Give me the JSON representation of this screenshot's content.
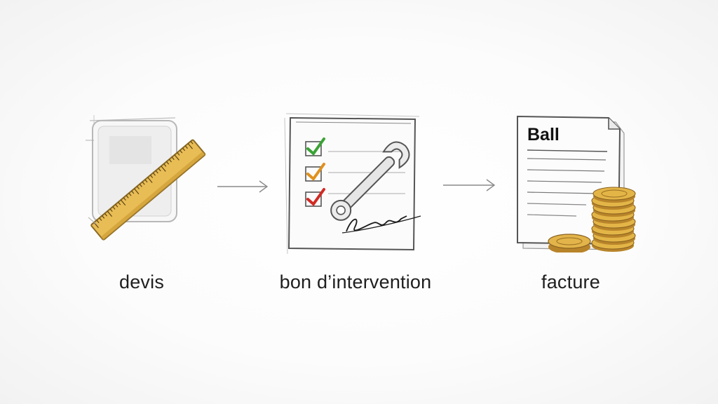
{
  "steps": [
    {
      "id": "devis",
      "label": "devis",
      "icon": "ruler-on-paper-icon"
    },
    {
      "id": "bon",
      "label": "bon d’intervention",
      "icon": "checklist-wrench-signature-icon"
    },
    {
      "id": "facture",
      "label": "facture",
      "icon": "invoice-with-coins-icon",
      "doc_heading": "Ball"
    }
  ],
  "arrows": [
    "arrow-right",
    "arrow-right"
  ],
  "colors": {
    "ink": "#3a3a3a",
    "check_green": "#3aa335",
    "check_orange": "#e0901c",
    "check_red": "#d12a24",
    "ruler": "#e7b84c",
    "coin": "#d9a531"
  }
}
